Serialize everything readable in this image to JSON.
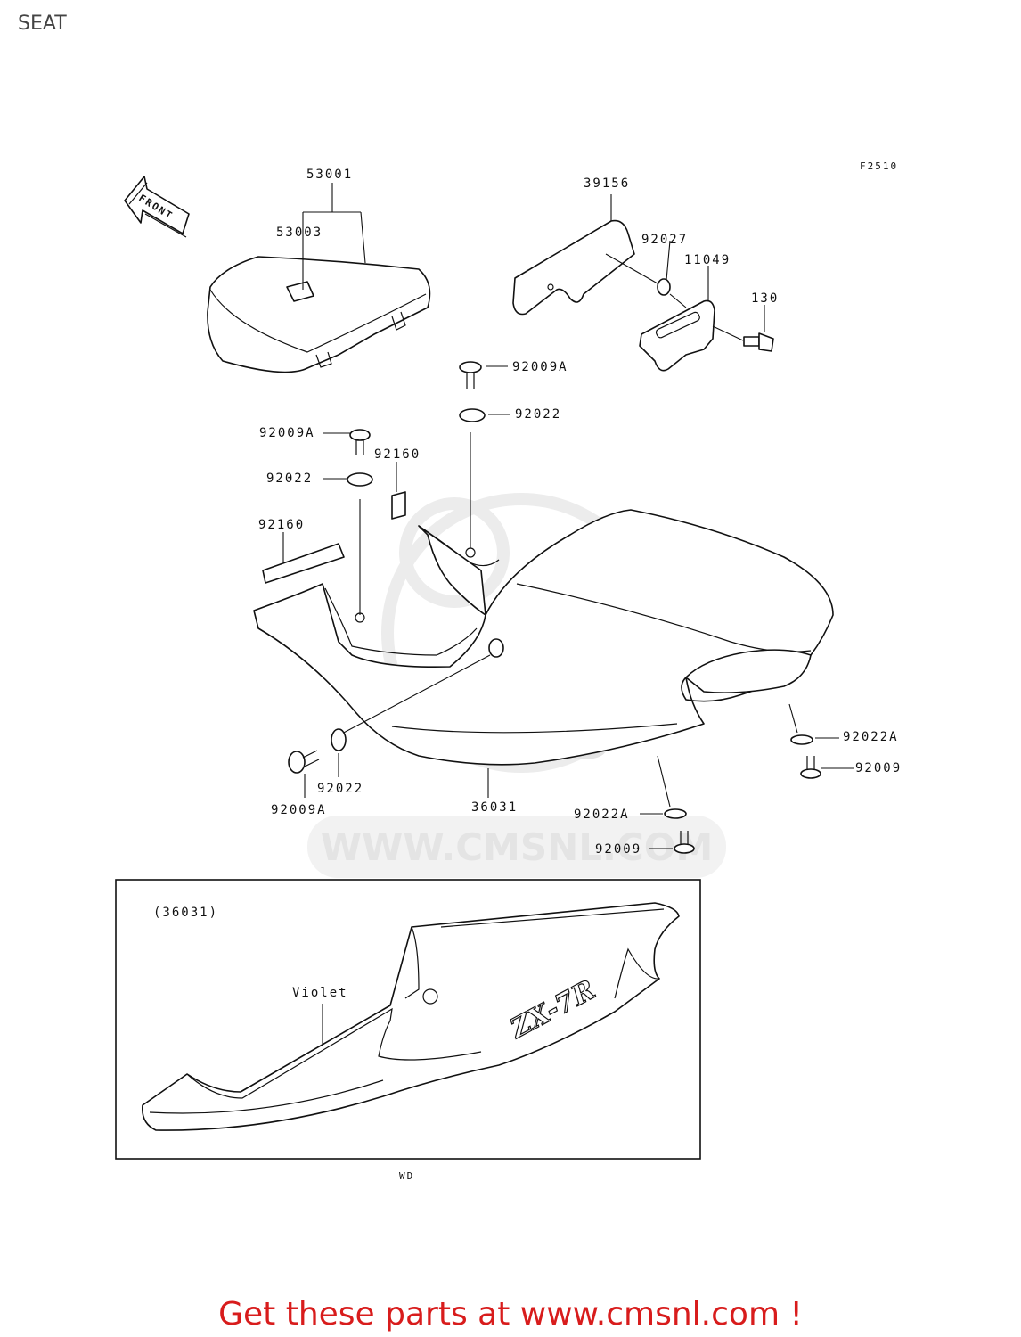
{
  "page": {
    "title": "SEAT"
  },
  "diagram": {
    "figure_code": "F2510",
    "front_label": "FRONT",
    "watermark": {
      "site": "WWW.CMSNL.COM",
      "logo": "CMS"
    },
    "inset": {
      "ref": "(36031)",
      "color_label": "Violet",
      "note": "WD",
      "decal": "ZX-7R"
    },
    "parts": {
      "p53001": "53001",
      "p53003": "53003",
      "p39156": "39156",
      "p92027": "92027",
      "p11049": "11049",
      "p130": "130",
      "p92009A_a": "92009A",
      "p92022_a": "92022",
      "p92009A_b": "92009A",
      "p92160_a": "92160",
      "p92022_b": "92022",
      "p92160_b": "92160",
      "p92022A_a": "92022A",
      "p92009_a": "92009",
      "p92009A_c": "92009A",
      "p92022_c": "92022",
      "p36031": "36031",
      "p92022A_b": "92022A",
      "p92009_b": "92009"
    }
  },
  "footer": {
    "cta": "Get these parts at www.cmsnl.com !",
    "cta_color": "#d81c1c"
  }
}
